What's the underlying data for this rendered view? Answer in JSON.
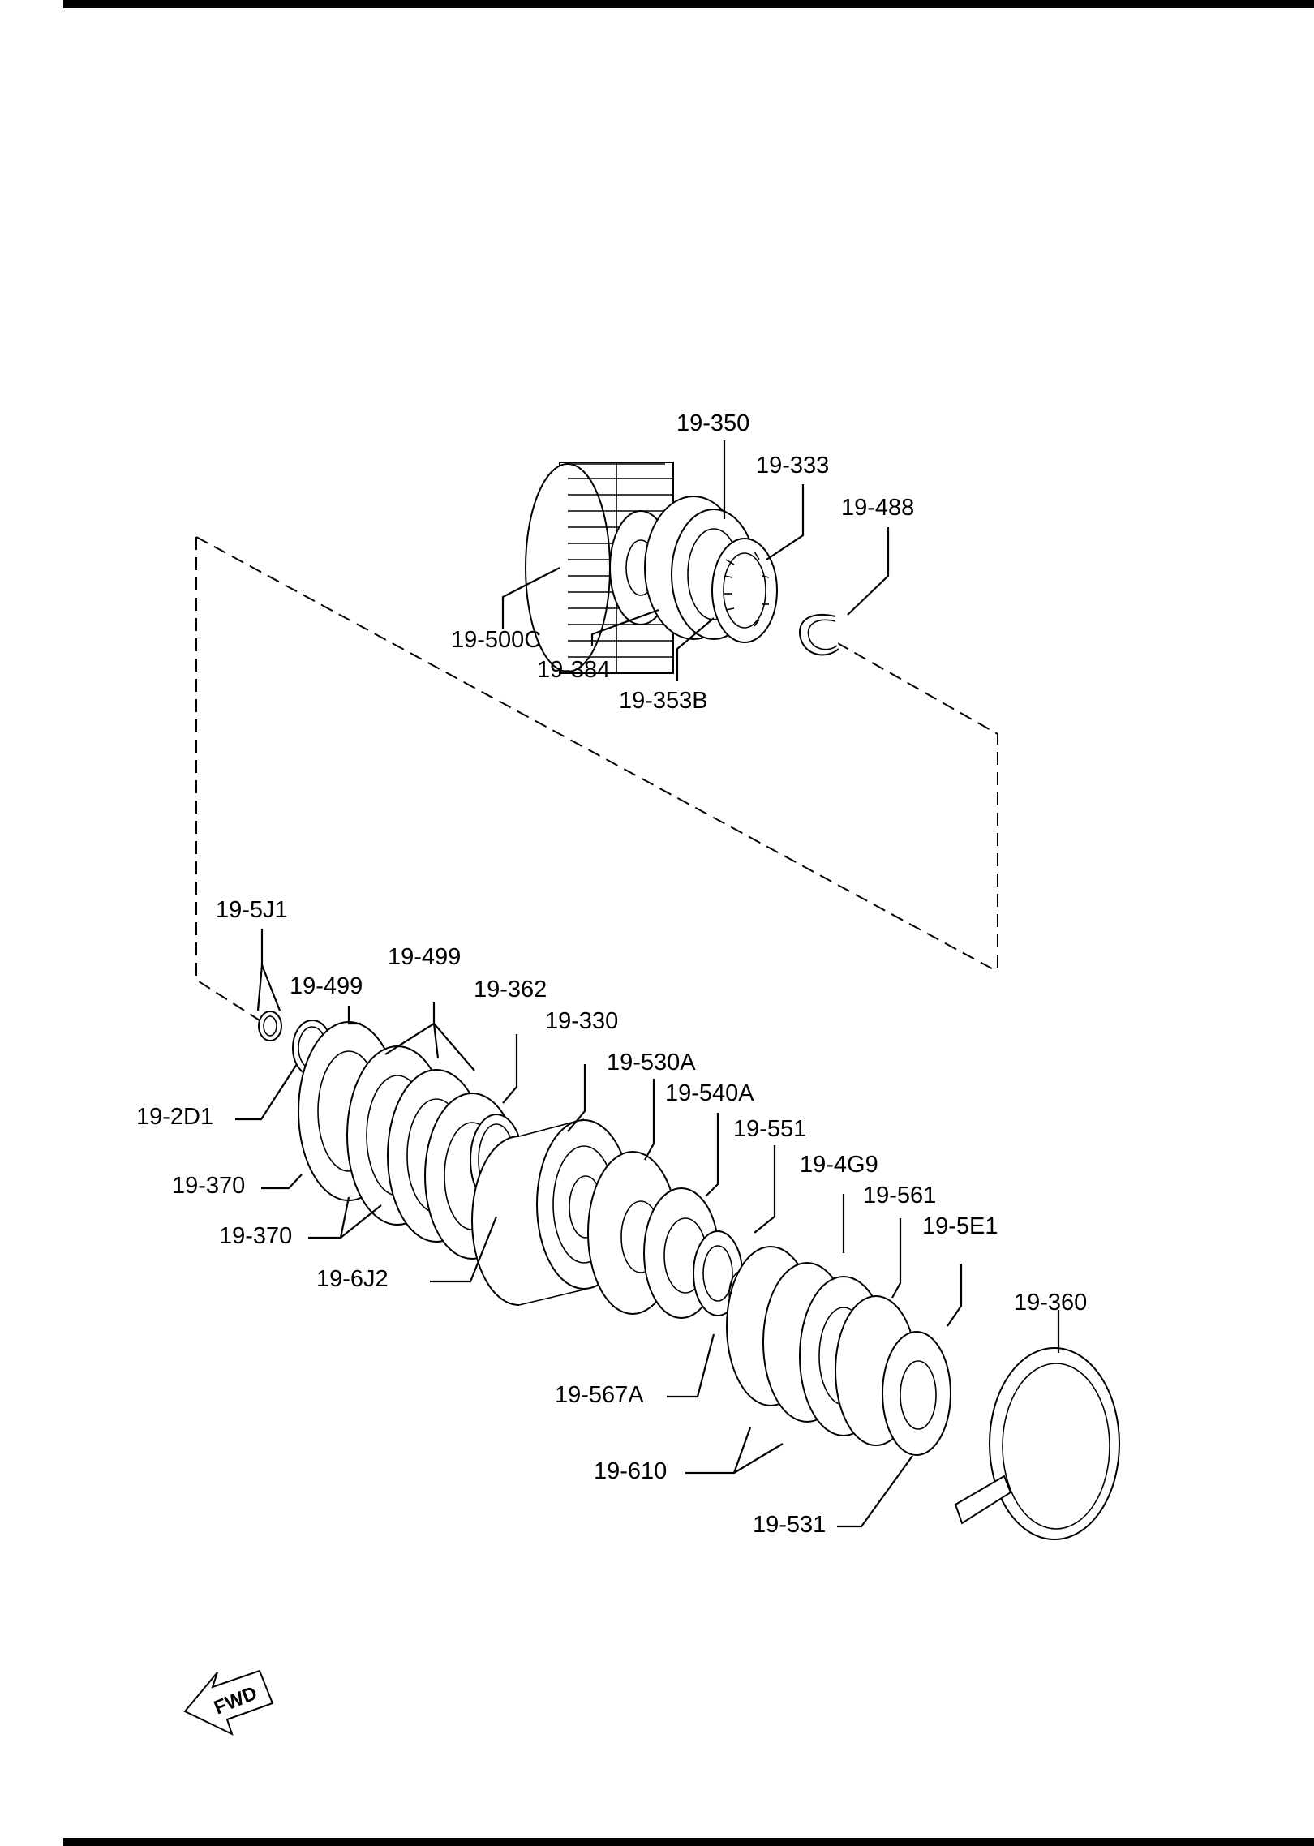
{
  "diagram": {
    "forward_indicator": "FWD",
    "callouts": {
      "c350": "19-350",
      "c333": "19-333",
      "c488": "19-488",
      "c500C": "19-500C",
      "c384": "19-384",
      "c353B": "19-353B",
      "c5J1": "19-5J1",
      "c499a": "19-499",
      "c499b": "19-499",
      "c362": "19-362",
      "c330": "19-330",
      "c530A": "19-530A",
      "c540A": "19-540A",
      "c551": "19-551",
      "c4G9": "19-4G9",
      "c561": "19-561",
      "c5E1": "19-5E1",
      "c360": "19-360",
      "c2D1": "19-2D1",
      "c370a": "19-370",
      "c370b": "19-370",
      "c6J2": "19-6J2",
      "c567A": "19-567A",
      "c610": "19-610",
      "c531": "19-531"
    }
  }
}
